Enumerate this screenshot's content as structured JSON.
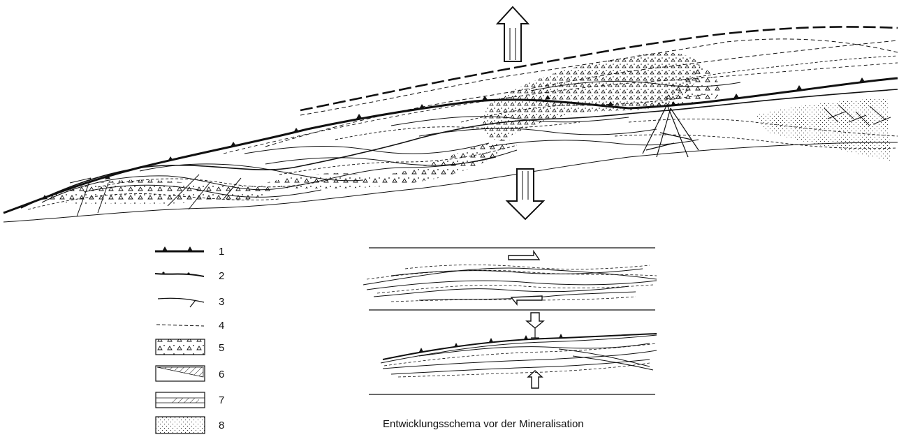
{
  "caption": "Entwicklungsschema vor der Mineralisation",
  "legend": {
    "items": [
      {
        "num": "1",
        "symbol": "thrust-triangles-line"
      },
      {
        "num": "2",
        "symbol": "thrust-dots-line"
      },
      {
        "num": "3",
        "symbol": "fault-line"
      },
      {
        "num": "4",
        "symbol": "dashed-line"
      },
      {
        "num": "5",
        "symbol": "triangle-breccia-box"
      },
      {
        "num": "6",
        "symbol": "hatched-wedge-box"
      },
      {
        "num": "7",
        "symbol": "banded-hatch-box"
      },
      {
        "num": "8",
        "symbol": "stippled-box"
      }
    ]
  },
  "icons": {
    "up_arrow": "hollow-arrow-up",
    "down_arrow": "hollow-arrow-down"
  },
  "colors": {
    "ink": "#111111",
    "paper": "#ffffff"
  }
}
